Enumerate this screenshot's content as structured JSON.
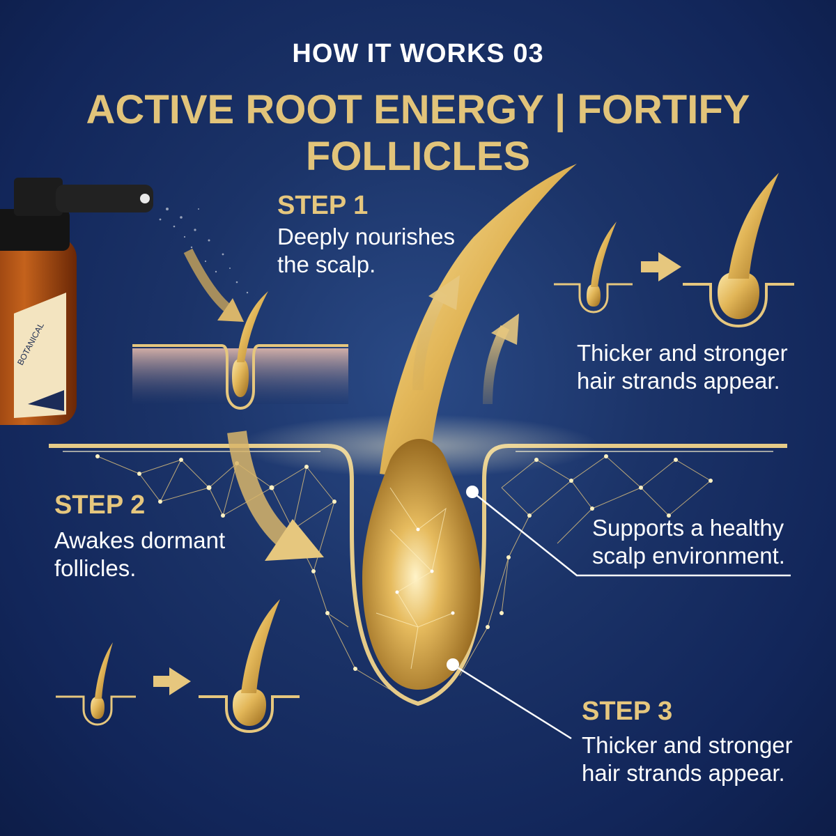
{
  "header": {
    "kicker": "HOW IT WORKS 03",
    "headline": "ACTIVE ROOT ENERGY | FORTIFY FOLLICLES"
  },
  "steps": [
    {
      "title": "STEP 1",
      "description": [
        "Deeply nourishes",
        "the scalp."
      ]
    },
    {
      "title": "STEP 2",
      "description": [
        "Awakes dormant",
        "follicles."
      ]
    },
    {
      "title": "STEP 3",
      "description": [
        "Thicker and stronger",
        "hair strands appear."
      ]
    }
  ],
  "callouts": {
    "top_right": [
      "Thicker and stronger",
      "hair strands appear."
    ],
    "scalp": [
      "Supports a healthy",
      "scalp environment."
    ]
  },
  "product": {
    "label_text": "BOTANICAL"
  },
  "colors": {
    "background": "#162c5f",
    "gold": "#e2c47a",
    "gold_deep": "#b88a2c",
    "text": "#ffffff",
    "skin": "#e8b7a4"
  },
  "icons": [
    "spray-bottle-icon",
    "hair-follicle-icon",
    "arrow-right-icon",
    "curved-arrow-icon",
    "hair-strand-icon"
  ]
}
